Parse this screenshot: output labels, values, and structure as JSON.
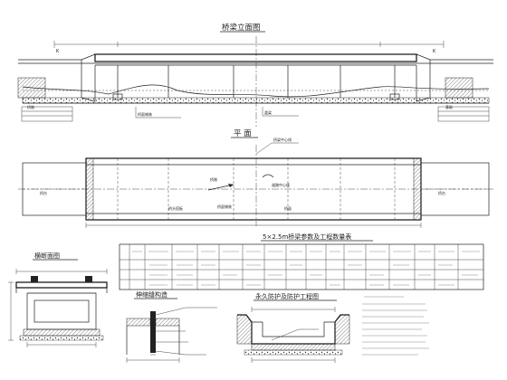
{
  "titles": {
    "elevation": "桥梁立面图",
    "plan": "平 面",
    "table": "5×2.5m桥梁参数及工程数量表",
    "cross_section": "横断面图",
    "joint_detail": "伸缩缝构造",
    "protection_detail": "永久防护及防护工程图"
  },
  "elevation": {
    "left_marker": "K",
    "right_marker": "K",
    "annotations": [
      "桥面铺装",
      "盖梁",
      "桥墩",
      "基础"
    ]
  },
  "plan": {
    "labels": [
      "桥梁中心线",
      "桥台",
      "桥台",
      "桥墩",
      "道路中心线",
      "桥面铺装",
      "桥头搭板",
      "桥面"
    ]
  },
  "table": {
    "rows": [
      [
        "",
        "",
        "",
        "",
        "",
        "",
        "",
        "",
        "",
        "",
        "",
        "",
        "",
        "",
        "",
        ""
      ],
      [
        "",
        "",
        "",
        "",
        "",
        "",
        "",
        "",
        "",
        "",
        "",
        "",
        "",
        "",
        "",
        ""
      ],
      [
        "",
        "",
        "",
        "",
        "",
        "",
        "",
        "",
        "",
        "",
        "",
        "",
        "",
        "",
        "",
        ""
      ]
    ]
  },
  "notes": {
    "lines": [
      "",
      "",
      "",
      "",
      "",
      "",
      "",
      ""
    ]
  }
}
